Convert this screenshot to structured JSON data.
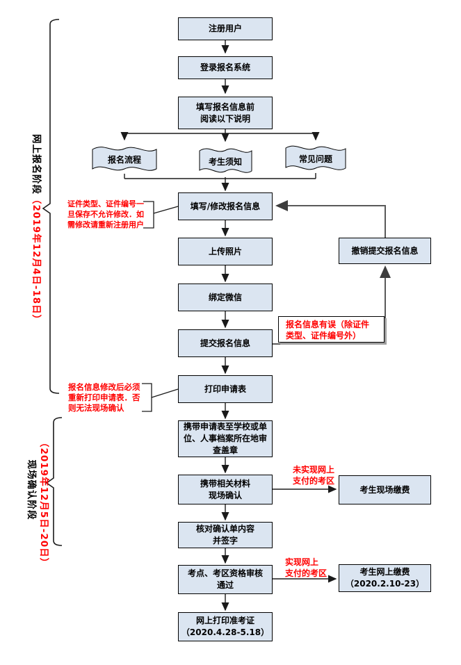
{
  "stages": [
    {
      "label": "网上报名阶段",
      "date": "（2019年12月4日-18日）"
    },
    {
      "label": "现场确认阶段",
      "date": "（2019年12月5日-20日）"
    }
  ],
  "flow": {
    "register": "注册用户",
    "login": "登录报名系统",
    "pre_read": "填写报名信息前\n阅读以下说明",
    "docs": [
      "报名流程",
      "考生须知",
      "常见问题"
    ],
    "fill_modify": "填写/修改报名信息",
    "upload_photo": "上传照片",
    "bind_wechat": "绑定微信",
    "submit_info": "提交报名信息",
    "print_form": "打印申请表",
    "cancel_submit": "撤销提交报名信息",
    "stamp": "携带申请表至学校或单\n位、人事档案所在地审\n查盖章",
    "onsite_confirm": "携带相关材料\n现场确认",
    "verify_sign": "核对确认单内容\n并签字",
    "qualification": "考点、考区资格审核\n通过",
    "print_ticket": "网上打印准考证\n（2020.4.28-5.18）",
    "onsite_pay": "考生现场缴费",
    "online_pay": "考生网上缴费\n（2020.2.10-23）"
  },
  "notes": {
    "cert_note": "证件类型、证件编号一\n旦保存不允许修改．如\n需修改请重新注册用户",
    "reprint_note": "报名信息修改后必须\n重新打印申请表．否\n则无法现场确认",
    "error_note": "报名信息有误（除证件\n类型、证件编号外）",
    "offline_pay_note": "未实现网上\n支付的考区",
    "online_pay_note": "实现网上\n支付的考区"
  },
  "colors": {
    "box_fill": "#dbe5f1",
    "box_border": "#000000",
    "note_red": "#ff0000",
    "line": "#1a1a1a",
    "loop_line": "#595959"
  }
}
